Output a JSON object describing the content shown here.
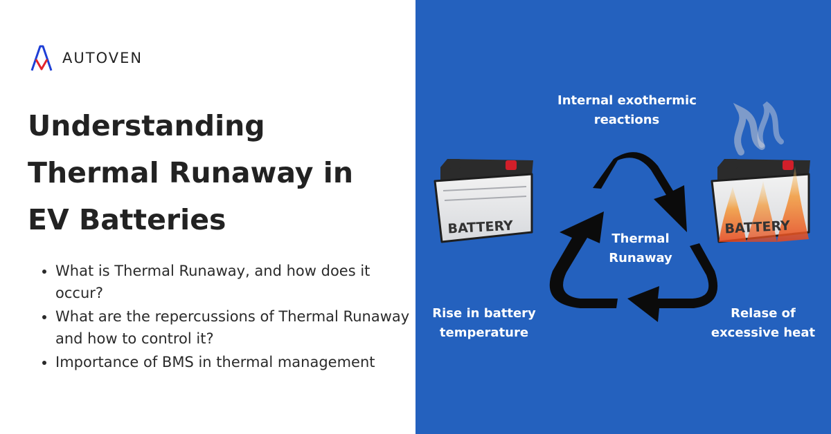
{
  "brand": {
    "name": "AUTOVEN"
  },
  "headline": {
    "lines": [
      "Understanding",
      "Thermal Runaway in",
      "EV Batteries"
    ]
  },
  "bullets": [
    "What is Thermal Runaway, and how does it occur?",
    "What are the repercussions of Thermal Runaway and how to control it?",
    "Importance of BMS in thermal management"
  ],
  "diagram": {
    "center": {
      "line1": "Thermal",
      "line2": "Runaway"
    },
    "top": {
      "line1": "Internal exothermic",
      "line2": "reactions"
    },
    "left": {
      "line1": "Rise in battery",
      "line2": "temperature"
    },
    "right": {
      "line1": "Relase of",
      "line2": "excessive heat"
    },
    "battery_label": "BATTERY"
  },
  "colors": {
    "panel_blue": "#2461be",
    "logo_blue": "#1e3fd6",
    "logo_red": "#e2242b",
    "text_dark": "#222222"
  }
}
